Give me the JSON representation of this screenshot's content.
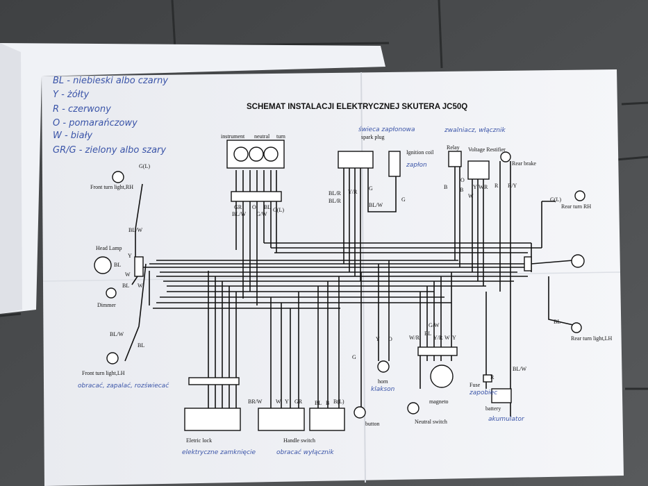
{
  "title": "SCHEMAT INSTALACJI ELEKTRYCZNEJ SKUTERA JC50Q",
  "legend_notes": [
    "BL - niebieski albo czarny",
    "Y - żółty",
    "R - czerwony",
    "O - pomarańczowy",
    "W - biały",
    "GR/G - zielony albo szary"
  ],
  "components": {
    "instrument": "instrument",
    "neutral": "neutral",
    "turn": "turn",
    "spark_plug": "spark plug",
    "ignition_coil": "Ignition coil",
    "relay": "Relay",
    "voltage_rectifier": "Voltage Restifier",
    "rear_brake": "Rear brake",
    "front_turn_rh": "Front turn light,RH",
    "head_lamp": "Head Lamp",
    "dimmer": "Dimmer",
    "rear_turn_rh": "Rear turn RH",
    "rear_turn_lh": "Rear turn light,LH",
    "front_turn_lh": "Front turn light,LH",
    "horn": "horn",
    "button": "button",
    "neutral_switch": "Neutral switch",
    "magneto": "magneto",
    "fuse": "Fuse",
    "battery": "battery",
    "electric_lock": "Eletric lock",
    "handle_switch": "Handle switch"
  },
  "handwritten": {
    "spark_plug": "świeca zapłonowa",
    "relay": "zwalniacz, włącznik",
    "coil": "zapłon",
    "front_turn_lh": "obracać, zapalać, rozświecać",
    "horn": "klakson",
    "fuse": "zapobiec",
    "battery": "akumulator",
    "lock": "elektryczne zamknięcie",
    "handle": "obracać wyłącznik"
  },
  "wire_labels": {
    "front_rh": "G(L)",
    "front_rh_w": "BL/W",
    "head_y": "Y",
    "head_bl": "BL",
    "head_w": "W",
    "dim_bl": "BL",
    "dim_w": "W",
    "front_lh_w": "BL/W",
    "front_lh_bl": "BL",
    "inst_gr": "GR",
    "inst_o": "O",
    "inst_bl": "BL",
    "inst_gl": "G(L)",
    "inst_blw": "BL/W",
    "inst_gw": "G/W",
    "coil_blr1": "BL/R",
    "coil_yr": "Y/R",
    "coil_g": "G",
    "coil_blr2": "BL/R",
    "coil_blw": "BL/W",
    "coil_g2": "G",
    "relay_b": "B",
    "relay_o": "O",
    "relay_b2": "B",
    "relay_w": "W",
    "vr_y": "Y",
    "vr_w": "W",
    "vr_r": "R",
    "brake_r": "R",
    "brake_ry": "R/Y",
    "rear_rh_gl": "G(L)",
    "rear_lh_bl": "BL",
    "horn_y": "Y",
    "horn_o": "O",
    "btn_g": "G",
    "mag_gw": "G/W",
    "mag_wr": "W/R",
    "mag_bl": "BL",
    "mag_yr": "Y/R",
    "mag_w": "W",
    "mag_y": "Y",
    "fuse_r": "R",
    "bat_blw": "BL/W",
    "hs_brw": "BR/W",
    "hs_w": "W",
    "hs_y": "Y",
    "hs_gr": "GR",
    "hs_bl": "BL",
    "hs_b": "B",
    "hs_bl2": "B(L)"
  }
}
